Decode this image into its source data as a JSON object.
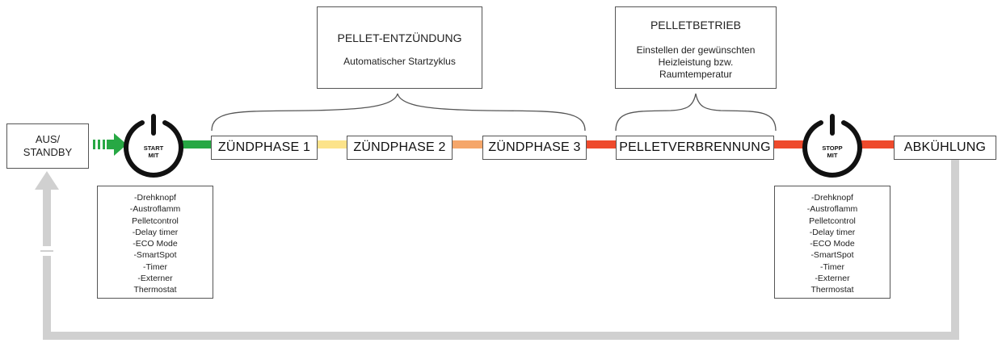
{
  "standby": {
    "line1": "AUS/",
    "line2": "STANDBY"
  },
  "start_button": {
    "line1": "START",
    "line2": "MIT"
  },
  "stop_button": {
    "line1": "STOPP",
    "line2": "MIT"
  },
  "phases": {
    "zuend1": "ZÜNDPHASE 1",
    "zuend2": "ZÜNDPHASE 2",
    "zuend3": "ZÜNDPHASE 3",
    "verbrennung": "PELLETVERBRENNUNG",
    "abkuehlung": "ABKÜHLUNG"
  },
  "callouts": {
    "ignition": {
      "title": "PELLET-ENTZÜNDUNG",
      "desc": "Automatischer Startzyklus"
    },
    "operation": {
      "title": "PELLETBETRIEB",
      "desc_lines": [
        "Einstellen der gewünschten",
        "Heizleistung bzw.",
        "Raumtemperatur"
      ]
    }
  },
  "start_triggers": [
    "-Drehknopf",
    "-Austroflamm",
    "Pelletcontrol",
    "-Delay timer",
    "-ECO Mode",
    "-SmartSpot",
    "-Timer",
    "-Externer",
    "Thermostat"
  ],
  "stop_triggers": [
    "-Drehknopf",
    "-Austroflamm",
    "Pelletcontrol",
    "-Delay timer",
    "-ECO Mode",
    "-SmartSpot",
    "-Timer",
    "-Externer",
    "Thermostat"
  ],
  "colors": {
    "green": "#27a844",
    "yellow": "#fce38a",
    "orange": "#f5a66a",
    "red": "#ee4a2c",
    "return_arrow": "#d0d0d0",
    "box_border": "#555555"
  }
}
